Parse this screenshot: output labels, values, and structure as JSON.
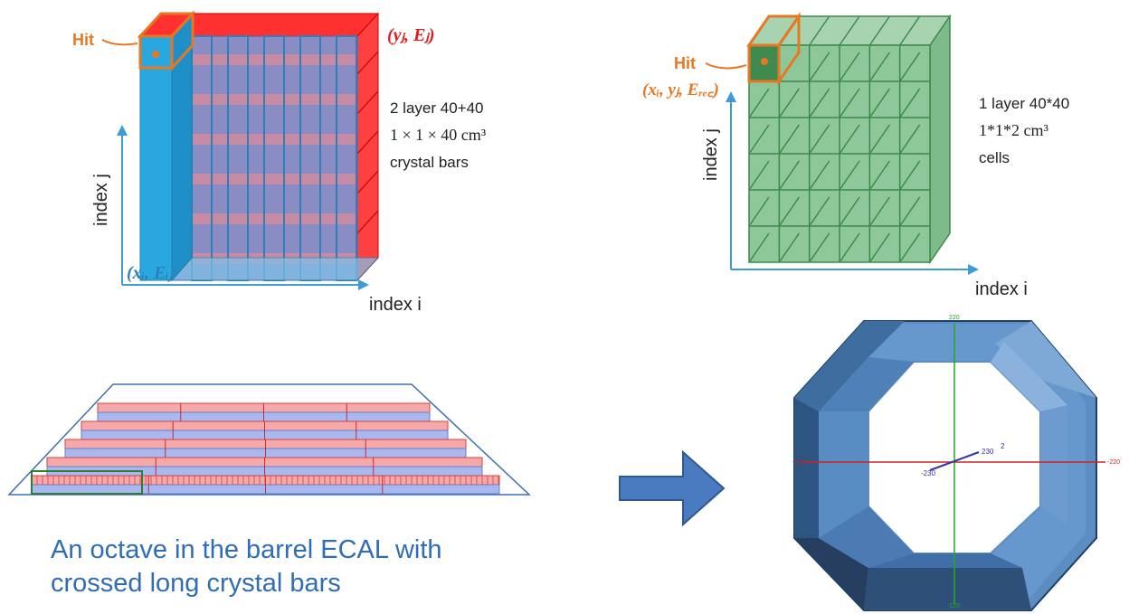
{
  "left_diagram": {
    "label_top": "(yⱼ, Eⱼ)",
    "hit": "Hit",
    "axis_j": "index j",
    "axis_i": "index i",
    "label_bottom": "(xᵢ, Eᵢ)",
    "desc_line1": "2 layer 40+40",
    "desc_line2": "1 × 1 × 40 cm³",
    "desc_line3": "crystal bars"
  },
  "right_diagram": {
    "hit": "Hit",
    "hit_coords": "(xᵢ, yⱼ, Eᵣₑ꜀)",
    "axis_j": "index j",
    "axis_i": "index i",
    "desc_line1": "1 layer 40*40",
    "desc_line2": "1*1*2 cm³",
    "desc_line3": "cells"
  },
  "caption": {
    "line1": "An octave in the barrel ECAL with",
    "line2": "crossed long crystal bars"
  },
  "octagon": {
    "top_label": "220",
    "bottom_label": "-220",
    "left_label": "-220",
    "right_label": "-220",
    "center_a": "230",
    "center_b": "2",
    "center_c": "-230"
  },
  "colors": {
    "blue_bar": "#29a8e0",
    "red_bar": "#ff2020",
    "green_cell": "#5aa469",
    "hit_orange": "#e87722",
    "axis_blue": "#3d9bd6",
    "caption_blue": "#2f6db5",
    "arrow_fill": "#4a7ac0"
  }
}
